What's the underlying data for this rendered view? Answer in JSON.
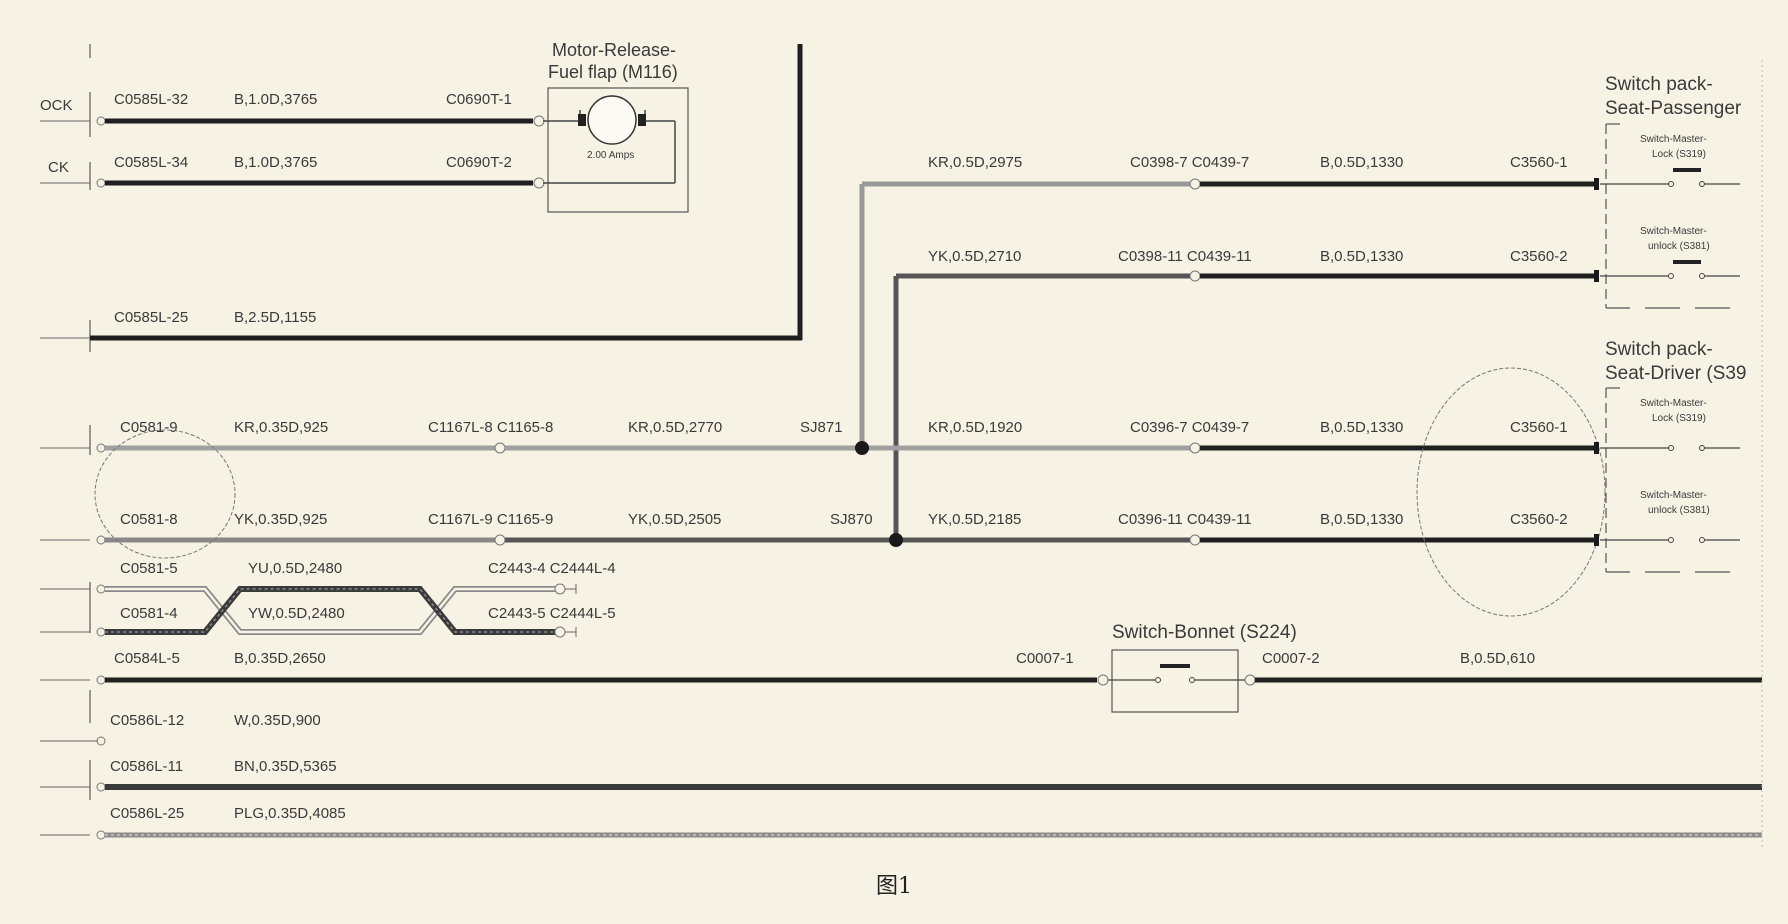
{
  "caption": "图1",
  "wires": [
    {
      "conn": "C0585L-32",
      "spec": "B,1.0D,3765",
      "end": "C0690T-1"
    },
    {
      "conn": "C0585L-34",
      "spec": "B,1.0D,3765",
      "end": "C0690T-2"
    },
    {
      "conn": "C0585L-25",
      "spec": "B,2.5D,1155"
    },
    {
      "conn": "C0581-9",
      "spec": "KR,0.35D,925",
      "mid": "C1167L-8 C1165-8",
      "spec2": "KR,0.5D,2770",
      "splice": "SJ871"
    },
    {
      "conn": "C0581-8",
      "spec": "YK,0.35D,925",
      "mid": "C1167L-9 C1165-9",
      "spec2": "YK,0.5D,2505",
      "splice": "SJ870"
    },
    {
      "conn": "C0581-5",
      "spec": "YU,0.5D,2480",
      "end": "C2443-4 C2444L-4"
    },
    {
      "conn": "C0581-4",
      "spec": "YW,0.5D,2480",
      "end": "C2443-5 C2444L-5"
    },
    {
      "conn": "C0584L-5",
      "spec": "B,0.35D,2650",
      "end": "C0007-1",
      "end2": "C0007-2",
      "spec2": "B,0.5D,610"
    },
    {
      "conn": "C0586L-12",
      "spec": "W,0.35D,900"
    },
    {
      "conn": "C0586L-11",
      "spec": "BN,0.35D,5365"
    },
    {
      "conn": "C0586L-25",
      "spec": "PLG,0.35D,4085"
    }
  ],
  "edge_labels": [
    "OCK",
    "CK"
  ],
  "right_wires": [
    {
      "spec": "KR,0.5D,2975",
      "conn": "C0398-7 C0439-7",
      "spec2": "B,0.5D,1330",
      "end": "C3560-1"
    },
    {
      "spec": "YK,0.5D,2710",
      "conn": "C0398-11 C0439-11",
      "spec2": "B,0.5D,1330",
      "end": "C3560-2"
    },
    {
      "spec": "KR,0.5D,1920",
      "conn": "C0396-7 C0439-7",
      "spec2": "B,0.5D,1330",
      "end": "C3560-1"
    },
    {
      "spec": "YK,0.5D,2185",
      "conn": "C0396-11 C0439-11",
      "spec2": "B,0.5D,1330",
      "end": "C3560-2"
    }
  ],
  "motor": {
    "title1": "Motor-Release-",
    "title2": "Fuel flap (M116)",
    "rating": "2.00 Amps"
  },
  "bonnet": {
    "title": "Switch-Bonnet (S224)"
  },
  "passenger_pack": {
    "title1": "Switch pack-",
    "title2": "Seat-Passenger",
    "lock1": "Switch-Master-",
    "lock2": "Lock (S319)",
    "unlock1": "Switch-Master-",
    "unlock2": "unlock (S381)"
  },
  "driver_pack": {
    "title1": "Switch pack-",
    "title2": "Seat-Driver (S39",
    "lock1": "Switch-Master-",
    "lock2": "Lock (S319)",
    "unlock1": "Switch-Master-",
    "unlock2": "unlock (S381)"
  }
}
